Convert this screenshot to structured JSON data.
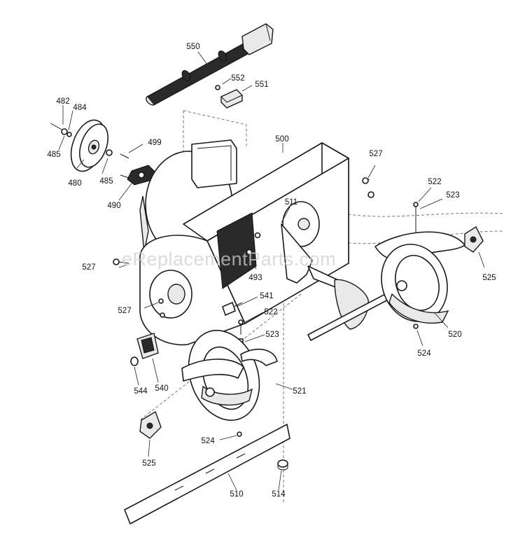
{
  "watermark": "eReplacementParts.com",
  "callouts": {
    "p550": "550",
    "p552": "552",
    "p551": "551",
    "p482": "482",
    "p484": "484",
    "p485a": "485",
    "p485b": "485",
    "p480": "480",
    "p499": "499",
    "p490": "490",
    "p500": "500",
    "p527a": "527",
    "p527b": "527",
    "p527c": "527",
    "p522a": "522",
    "p523a": "523",
    "p511": "511",
    "p525a": "525",
    "p493": "493",
    "p541": "541",
    "p522b": "522",
    "p523b": "523",
    "p520": "520",
    "p524a": "524",
    "p544": "544",
    "p540": "540",
    "p521": "521",
    "p525b": "525",
    "p524b": "524",
    "p510": "510",
    "p514": "514"
  }
}
